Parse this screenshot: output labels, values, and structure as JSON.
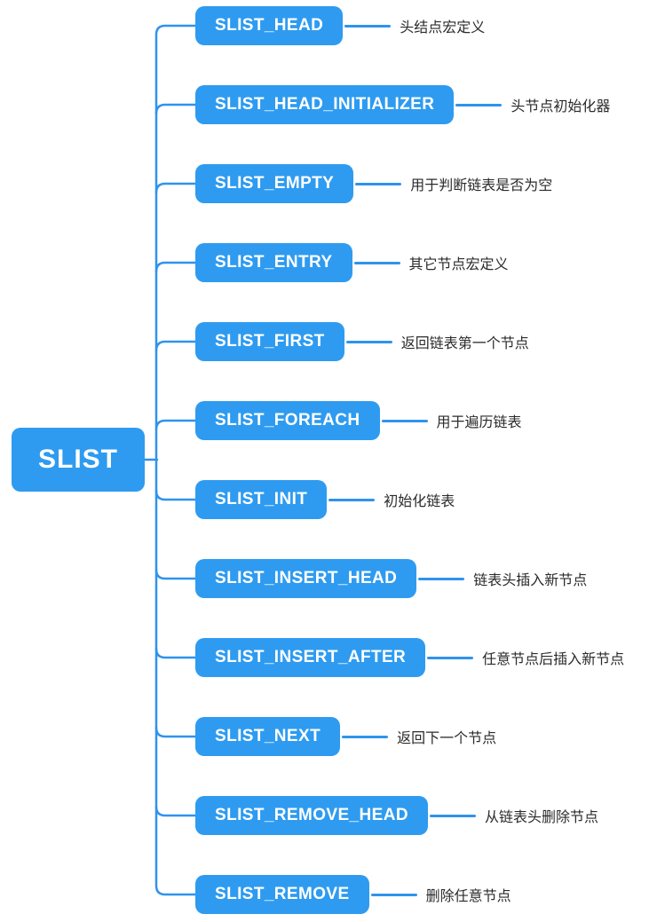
{
  "root": {
    "label": "SLIST"
  },
  "nodes": [
    {
      "label": "SLIST_HEAD",
      "desc": "头结点宏定义"
    },
    {
      "label": "SLIST_HEAD_INITIALIZER",
      "desc": "头节点初始化器"
    },
    {
      "label": "SLIST_EMPTY",
      "desc": "用于判断链表是否为空"
    },
    {
      "label": "SLIST_ENTRY",
      "desc": "其它节点宏定义"
    },
    {
      "label": "SLIST_FIRST",
      "desc": "返回链表第一个节点"
    },
    {
      "label": "SLIST_FOREACH",
      "desc": "用于遍历链表"
    },
    {
      "label": "SLIST_INIT",
      "desc": "初始化链表"
    },
    {
      "label": "SLIST_INSERT_HEAD",
      "desc": "链表头插入新节点"
    },
    {
      "label": "SLIST_INSERT_AFTER",
      "desc": "任意节点后插入新节点"
    },
    {
      "label": "SLIST_NEXT",
      "desc": "返回下一个节点"
    },
    {
      "label": "SLIST_REMOVE_HEAD",
      "desc": "从链表头删除节点"
    },
    {
      "label": "SLIST_REMOVE",
      "desc": "删除任意节点"
    }
  ],
  "colors": {
    "node_bg": "#2E9BF0",
    "node_text": "#FFFFFF",
    "line": "#2F93ED",
    "desc_text": "#2B2B2B",
    "background": "#FFFFFF"
  }
}
